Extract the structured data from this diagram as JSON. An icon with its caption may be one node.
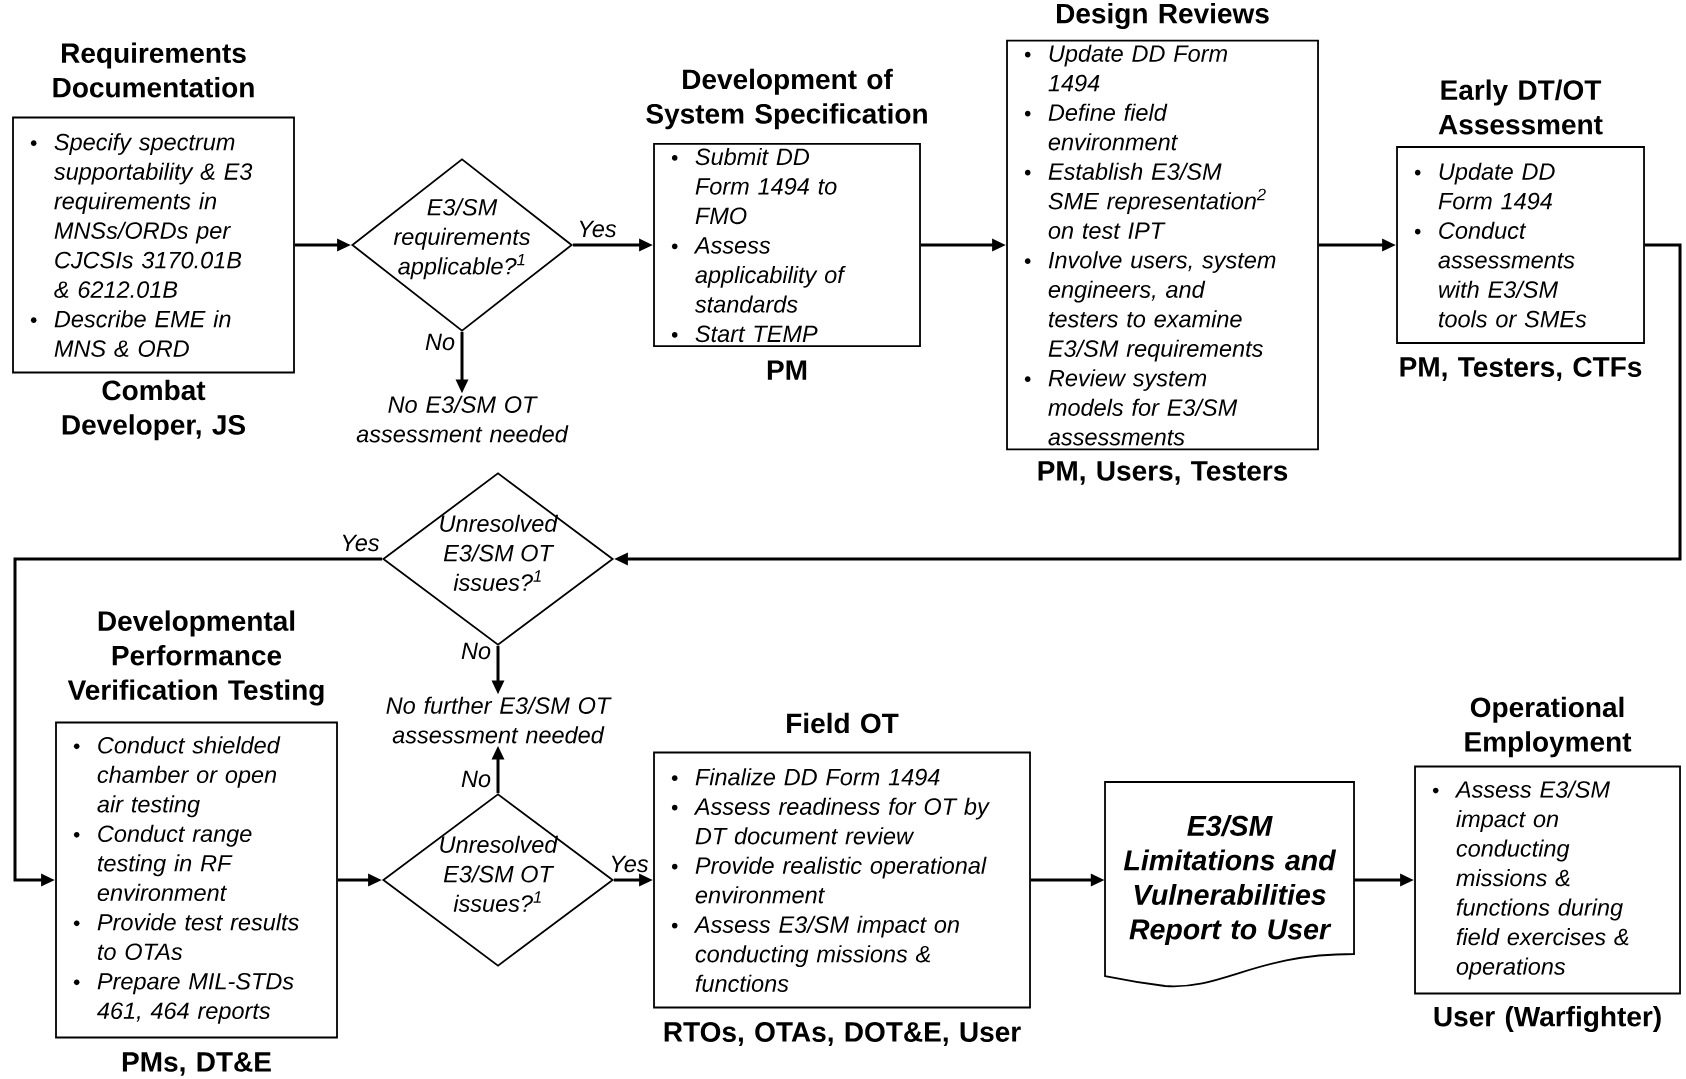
{
  "diagram": {
    "nodes": [
      {
        "text": [
          "Requirements Documentation",
          "Specify spectrum supportability & E3 requirements in MNSs/ORDs per CJCSIs 3170.01B & 6212.01B",
          "Describe EME in MNS & ORD"
        ],
        "beside": [
          "Combat Developer, JS"
        ]
      },
      {
        "text": [
          "E3/SM requirements applicable?$^{1}$"
        ]
      },
      {
        "text": [
          "No E3/SM OT assessment needed"
        ]
      },
      {
        "text": [
          "Development of System Specification",
          "Submit DD Form 1494 to FMO",
          "Assess applicability of standards",
          "Start TEMP"
        ],
        "beside": [
          "PM"
        ]
      },
      {
        "text": [
          "Design Reviews",
          "Update DD Form 1494",
          "Define field environment",
          "Establish E3/SM SME representation$^{2}$ on test IPT",
          "Involve users, system engineers, and testers to examine E3/SM requirements",
          "Review system models for E3/SM assessments"
        ],
        "beside": [
          "PM, Users, Testers"
        ]
      },
      {
        "text": [
          "Early DT/OT Assessment",
          "Update DD Form 1494",
          "Conduct assessments with E3/SM tools or SMEs"
        ],
        "beside": [
          "PM, Testers, CTFs"
        ]
      },
      {
        "text": [
          "Unresolved E3/SM OT issues?$^{1}$"
        ]
      },
      {
        "text": [
          "No further E3/SM OT assessment needed"
        ]
      },
      {
        "text": [
          "Developmental Performance Verification Testing",
          "Conduct shielded chamber or open air testing",
          "Conduct range testing in RF environment",
          "Provide test results to OTAs",
          "Prepare MIL-STDs 461, 464 reports"
        ],
        "beside": [
          "PMs, DT&E"
        ]
      },
      {
        "text": [
          "Unresolved E3/SM OT issues?$^{1}$"
        ]
      },
      {
        "text": [
          "Field OT",
          "Finalize DD Form 1494",
          "Assess readiness for OT by DT document review",
          "Provide realistic operational environment",
          "Assess E3/SM impact on conducting missions & functions"
        ],
        "beside": [
          "RTOs, OTAs, DOT&E, User"
        ]
      },
      {
        "text": [
          "E3/SM Limitations and Vulnerabilities Report to User"
        ]
      },
      {
        "text": [
          "Operational Employment",
          "Assess E3/SM impact on conducting missions & functions during field exercises & operations"
        ],
        "beside": [
          "User (Warfighter)"
        ]
      }
    ],
    "edges": [
      {
        "from": 0,
        "to": 1,
        "arrow": "to"
      },
      {
        "from": 1,
        "to": 3,
        "arrow": "to",
        "label": "Yes"
      },
      {
        "from": 1,
        "to": 2,
        "arrow": "to",
        "label": "No"
      },
      {
        "from": 3,
        "to": 4,
        "arrow": "to"
      },
      {
        "from": 4,
        "to": 5,
        "arrow": "to"
      },
      {
        "from": 5,
        "to": 6,
        "arrow": "to"
      },
      {
        "from": 6,
        "to": 8,
        "arrow": "to",
        "label": "Yes"
      },
      {
        "from": 6,
        "to": 7,
        "arrow": "to",
        "label": "No"
      },
      {
        "from": 8,
        "to": 9,
        "arrow": "to"
      },
      {
        "from": 9,
        "to": 7,
        "arrow": "to",
        "label": "No"
      },
      {
        "from": 9,
        "to": 10,
        "arrow": "to",
        "label": "Yes"
      },
      {
        "from": 10,
        "to": 11,
        "arrow": "to"
      },
      {
        "from": 11,
        "to": 12,
        "arrow": "to"
      }
    ]
  }
}
